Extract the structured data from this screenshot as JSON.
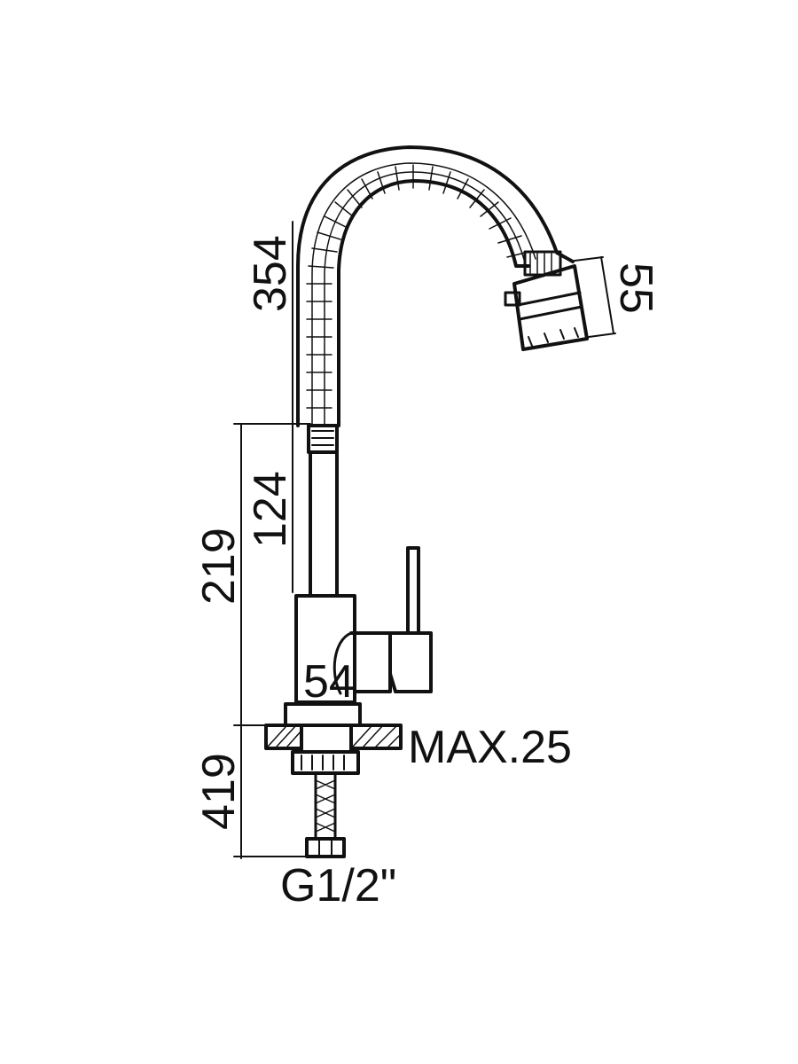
{
  "diagram": {
    "dimensions": {
      "spout_height": "354",
      "body_height": "124",
      "total_height": "219",
      "base_width": "54",
      "aerator_size": "55",
      "max_counter": "MAX.25",
      "below_counter": "419",
      "connection": "G1/2\""
    },
    "colors": {
      "line": "#111111",
      "background": "#ffffff"
    }
  }
}
